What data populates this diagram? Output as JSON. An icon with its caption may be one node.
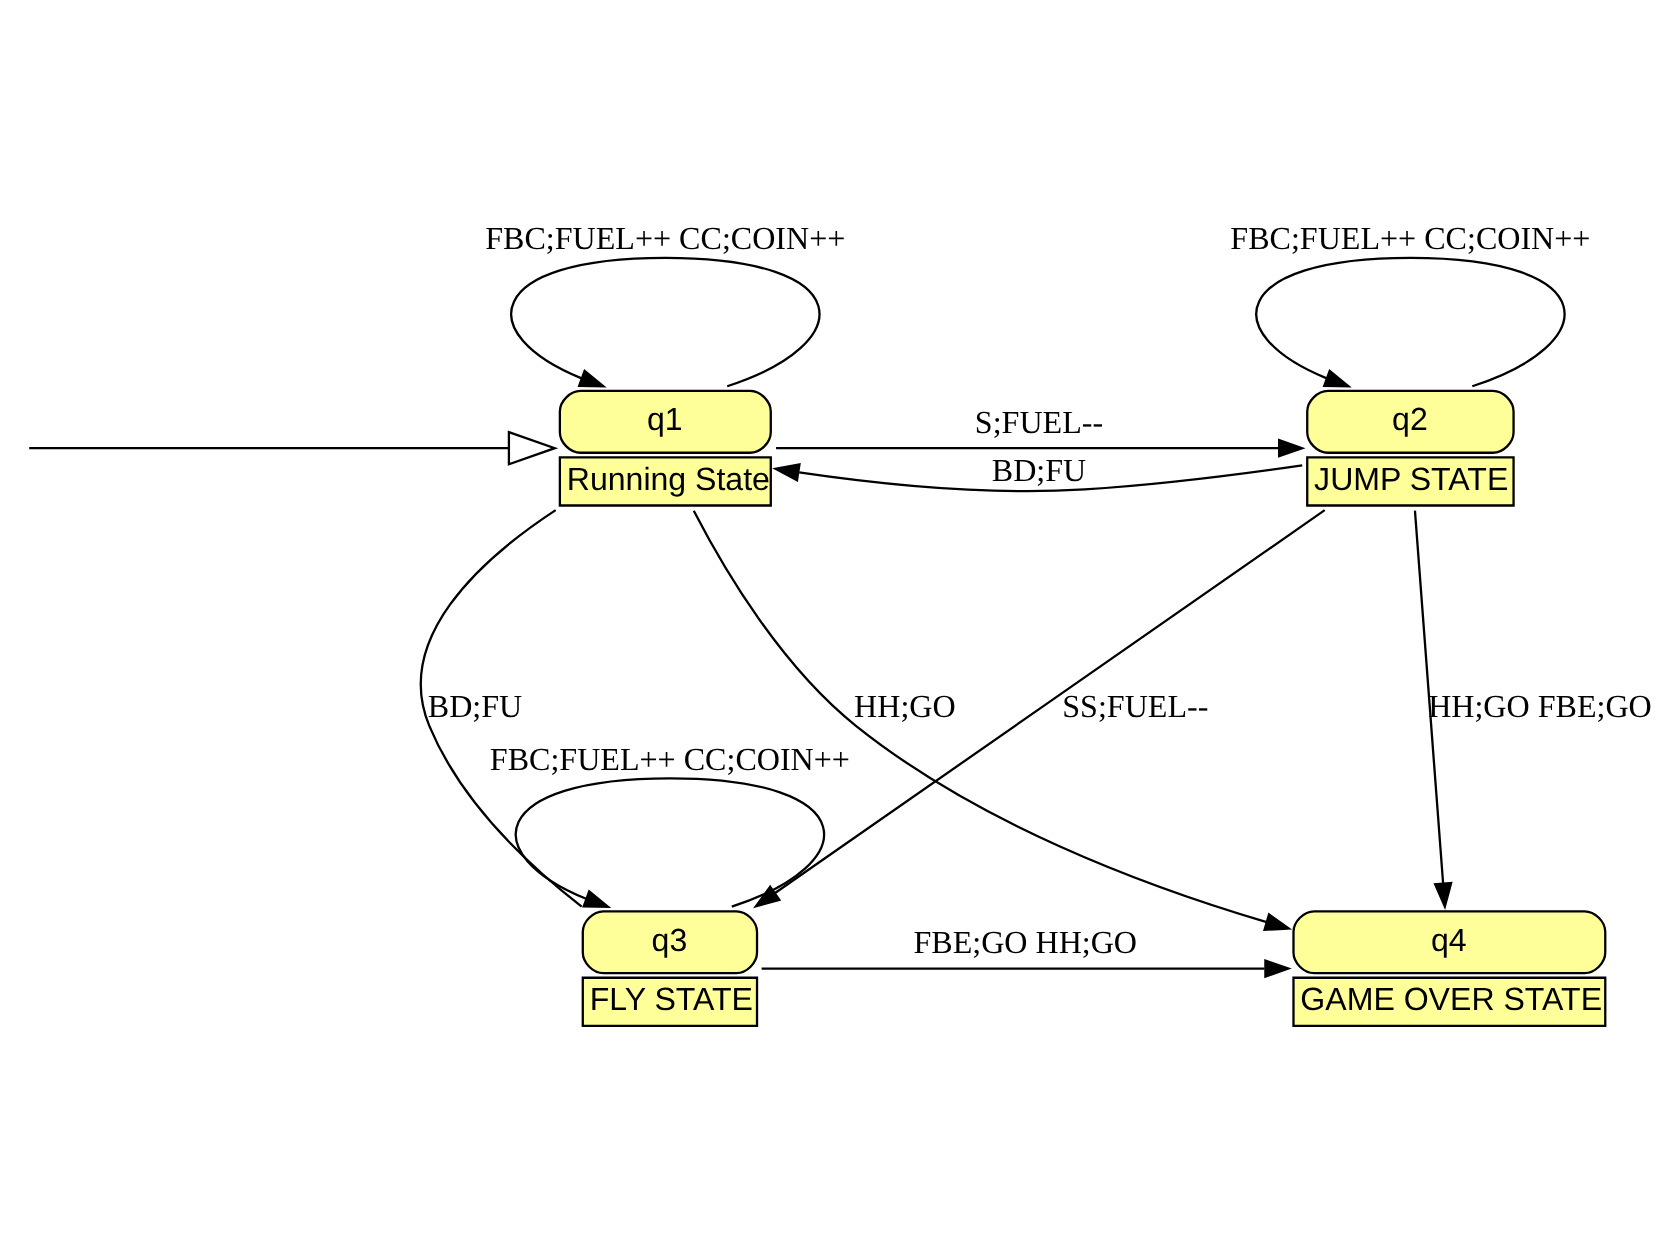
{
  "diagram": {
    "nodes": [
      {
        "text": [
          "q1"
        ],
        "beside": [
          "Running State"
        ]
      },
      {
        "text": [
          "q2"
        ],
        "beside": [
          "JUMP STATE"
        ]
      },
      {
        "text": [
          "q3"
        ],
        "beside": [
          "FLY STATE"
        ]
      },
      {
        "text": [
          "q4"
        ],
        "beside": [
          "GAME OVER STATE"
        ]
      }
    ],
    "edges": [
      {
        "from": null,
        "to": 0,
        "arrow": "to"
      },
      {
        "from": 0,
        "to": 0,
        "arrow": "to",
        "label": "FBC;FUEL++ CC;COIN++"
      },
      {
        "from": 1,
        "to": 1,
        "arrow": "to",
        "label": "FBC;FUEL++ CC;COIN++"
      },
      {
        "from": 0,
        "to": 1,
        "arrow": "to",
        "label": "S;FUEL--"
      },
      {
        "from": 1,
        "to": 0,
        "arrow": "to",
        "label": "BD;FU"
      },
      {
        "from": 0,
        "to": 2,
        "arrow": "none",
        "label": "BD;FU"
      },
      {
        "from": 0,
        "to": 3,
        "arrow": "to",
        "label": "HH;GO"
      },
      {
        "from": 1,
        "to": 2,
        "arrow": "to",
        "label": "SS;FUEL--"
      },
      {
        "from": 1,
        "to": 3,
        "arrow": "to",
        "label": "HH;GO FBE;GO"
      },
      {
        "from": 2,
        "to": 2,
        "arrow": "to",
        "label": "FBC;FUEL++ CC;COIN++"
      },
      {
        "from": 2,
        "to": 3,
        "arrow": "to",
        "label": "FBE;GO HH;GO"
      }
    ]
  }
}
